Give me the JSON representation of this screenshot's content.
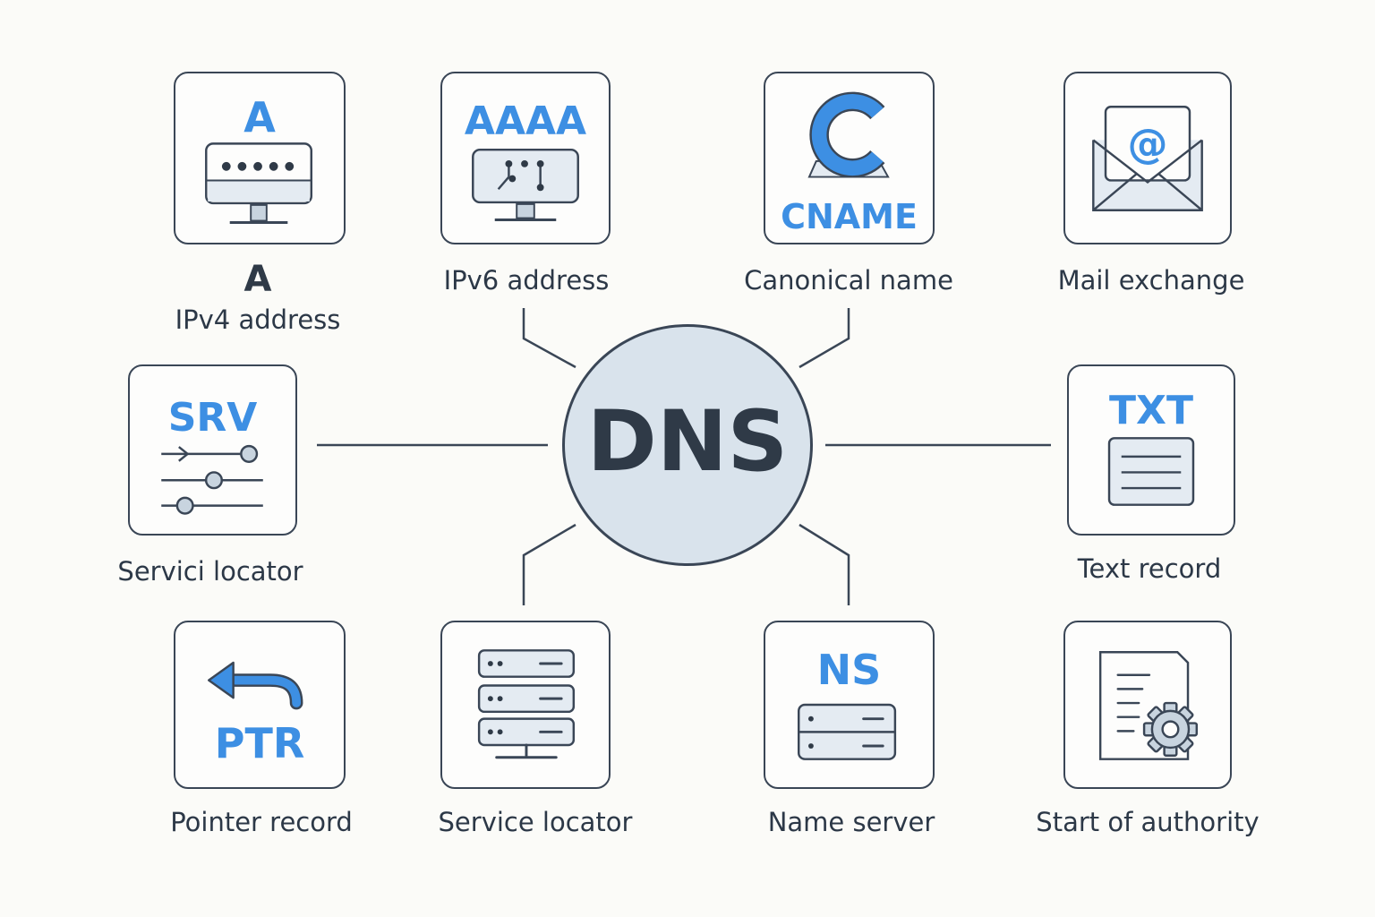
{
  "hub": {
    "label": "DNS"
  },
  "records": {
    "a": {
      "code": "A",
      "title": "A",
      "label": "IPv4 address",
      "icon": "monitor-icon"
    },
    "aaaa": {
      "code": "AAAA",
      "label": "IPv6 address",
      "icon": "monitor-network-icon"
    },
    "cname": {
      "code": "CNAME",
      "label": "Canonical name",
      "icon": "letter-c-icon"
    },
    "mx": {
      "label": "Mail exchange",
      "icon": "envelope-at-icon"
    },
    "srv": {
      "code": "SRV",
      "label": "Servici locator",
      "icon": "sliders-icon"
    },
    "txt": {
      "code": "TXT",
      "label": "Text record",
      "icon": "document-lines-icon"
    },
    "ptr": {
      "code": "PTR",
      "label": "Pointer record",
      "icon": "return-arrow-icon"
    },
    "server": {
      "label": "Service locator",
      "icon": "server-rack-icon"
    },
    "ns": {
      "code": "NS",
      "label": "Name server",
      "icon": "server-icon"
    },
    "soa": {
      "label": "Start of authority",
      "icon": "document-gear-icon"
    }
  },
  "colors": {
    "accent": "#3d8fe3",
    "stroke": "#3a4656",
    "hub_fill": "#d9e3ec",
    "icon_fill": "#e4ebf2",
    "background": "#fbfbf8"
  }
}
